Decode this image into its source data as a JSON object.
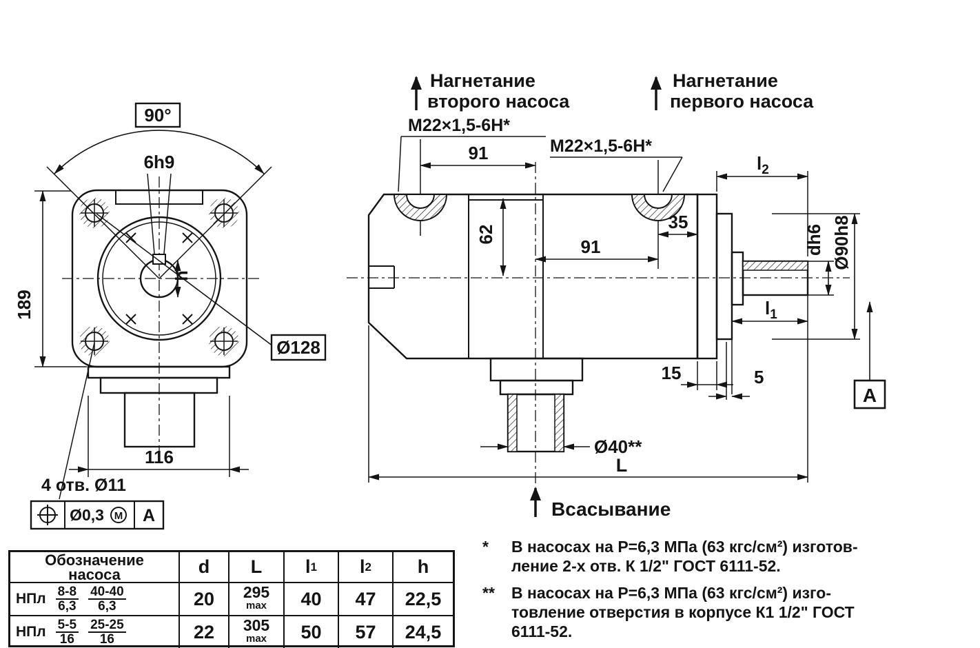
{
  "labels": {
    "angle": "90°",
    "keyway": "6h9",
    "dim189": "189",
    "dim116": "116",
    "holes_note": "4 отв. Ø11",
    "tol_value": "Ø0,3",
    "tol_mod": "M",
    "tol_datum": "A",
    "dia128": "Ø128",
    "h_dim": "h",
    "discharge2": {
      "line1": "Нагнетание",
      "line2": "второго насоса"
    },
    "discharge1": {
      "line1": "Нагнетание",
      "line2": "первого насоса"
    },
    "thread_left": "M22×1,5-6H*",
    "thread_right": "M22×1,5-6H*",
    "dim91_top": "91",
    "dim91_mid": "91",
    "dim62": "62",
    "dim35": "35",
    "dim15": "15",
    "dim5": "5",
    "l1": {
      "base": "l",
      "sub": "1"
    },
    "l2": {
      "base": "l",
      "sub": "2"
    },
    "dh6": "dh6",
    "d90h8": "Ø90h8",
    "section_a": "A",
    "dia40": "Ø40**",
    "length_L": "L",
    "suction": "Всасывание"
  },
  "footnotes": {
    "one": {
      "marker": "*",
      "lines": [
        "В насосах на Р=6,3 МПа (63 кгс/см²) изготов-",
        "ление 2-х отв. К 1/2\" ГОСТ 6111-52."
      ]
    },
    "two": {
      "marker": "**",
      "lines": [
        "В насосах на Р=6,3 МПа (63 кгс/см²) изго-",
        "товление отверстия в корпусе К1 1/2\" ГОСТ",
        "6111-52."
      ]
    }
  },
  "table": {
    "headers": {
      "designation": [
        "Обозначение",
        "насоса"
      ],
      "d": "d",
      "L": "L",
      "l1": {
        "base": "l",
        "sub": "1"
      },
      "l2": {
        "base": "l",
        "sub": "2"
      },
      "h": "h"
    },
    "rows": [
      {
        "name": "НПл",
        "f1n": "8-8",
        "f1d": "6,3",
        "f2n": "40-40",
        "f2d": "6,3",
        "d": "20",
        "Ln": "295",
        "Ld": "max",
        "l1": "40",
        "l2": "47",
        "h": "22,5"
      },
      {
        "name": "НПл",
        "f1n": "5-5",
        "f1d": "16",
        "f2n": "25-25",
        "f2d": "16",
        "d": "22",
        "Ln": "305",
        "Ld": "max",
        "l1": "50",
        "l2": "57",
        "h": "24,5"
      }
    ]
  }
}
